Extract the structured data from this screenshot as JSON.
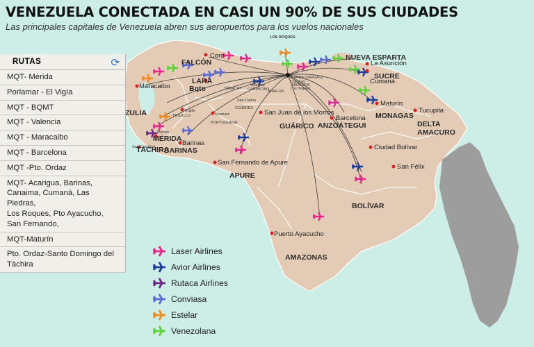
{
  "title": "VENEZUELA CONECTADA EN CASI UN 90% DE SUS CIUDADES",
  "subtitle": "Las principales capitales de Venezuela abren sus aeropuertos para los vuelos nacionales",
  "routes": {
    "header": "RUTAS",
    "refresh_icon": "refresh-icon",
    "items": [
      "MQT- Mérida",
      "Porlamar - El Vigía",
      "MQT - BQMT",
      "MQT - Valencia",
      "MQT - Maracaibo",
      "MQT - Barcelona",
      "MQT -Pto. Ordaz",
      "MQT- Acarigua, Barinas,",
      "Canaima, Cumaná, Las Piedras,",
      " Los Roques, Pto Ayacucho,",
      "San Fernando,",
      "MQT-Maturín",
      "Pto. Ordaz-Santo Domingo del Táchira"
    ]
  },
  "legend": [
    {
      "label": "Laser Airlines",
      "color": "#e6278d"
    },
    {
      "label": "Avior Airlines",
      "color": "#1c3e9c"
    },
    {
      "label": "Rutaca Airlines",
      "color": "#6b2a86"
    },
    {
      "label": "Conviasa",
      "color": "#5a6bd6"
    },
    {
      "label": "Estelar",
      "color": "#f08a1c"
    },
    {
      "label": "Venezolana",
      "color": "#5ad43a"
    }
  ],
  "map": {
    "states": [
      "FALCÓN",
      "LARA",
      "Bqto",
      "ZULIA",
      "MÉRIDA",
      "TÁCHIRA",
      "BARINAS",
      "APURE",
      "GUÁRICO",
      "ANZOÁTEGUI",
      "MONAGAS",
      "SUCRE",
      "NUEVA ESPARTA",
      "DELTA",
      "AMACURO",
      "BOLÍVAR",
      "AMAZONAS",
      "COJEDES",
      "PORTUGUESA",
      "ARAGUA",
      "CARABOBO",
      "YARACUY",
      "MIRANDA",
      "TRUJILLO"
    ],
    "cities": [
      "Coro",
      "Maracaibo",
      "Barinas",
      "San Fernando de Apure",
      "San Juan de los Morros",
      "Barcelona",
      "Cumaná",
      "La Asunción",
      "Maturín",
      "Tucupita",
      "Ciudad Bolívar",
      "San Félix",
      "Puerto Ayacucho",
      "Guanare",
      "San Carlos",
      "Trujillo",
      "Mérida",
      "San Cristóbal",
      "Valencia",
      "Los Teques",
      "LA GUAIRA (VARGAS)",
      "Caracas"
    ],
    "los_roques": "LOS ROQUES",
    "state_colors": {
      "land": "#e4cbb5",
      "border": "#ffffff",
      "neighbor": "#9d9d9d",
      "sea": "#cdeee6"
    }
  }
}
